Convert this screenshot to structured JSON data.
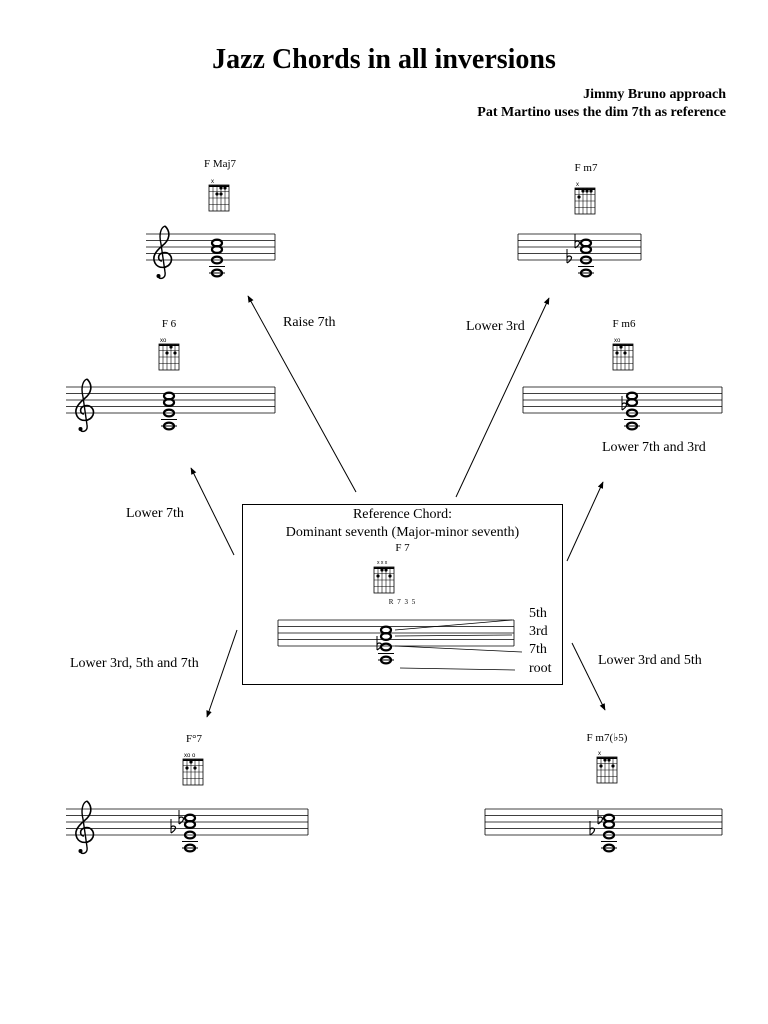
{
  "title": "Jazz Chords in all inversions",
  "subtitle_line1": "Jimmy Bruno approach",
  "subtitle_line2": "Pat Martino uses the dim 7th as reference",
  "chords": {
    "fmaj7": "F Maj7",
    "fm7": "F m7",
    "f6": "F 6",
    "fm6": "F m6",
    "fdim7": "F°7",
    "fm7b5": "F m7(♭5)"
  },
  "arrows": {
    "raise_7th": "Raise  7th",
    "lower_3rd": "Lower 3rd",
    "lower_7th": "Lower 7th",
    "lower_7th_and_3rd": "Lower 7th and 3rd",
    "lower_3rd_5th_7th": "Lower 3rd, 5th and 7th",
    "lower_3rd_and_5th": "Lower 3rd and 5th"
  },
  "reference": {
    "heading": "Reference Chord:",
    "description": "Dominant seventh (Major-minor seventh)",
    "chord": "F 7",
    "fingering": "R 7 3 5",
    "labels": {
      "fifth": "5th",
      "third": "3rd",
      "seventh": "7th",
      "root": "root"
    }
  },
  "icons": {
    "clef": "treble-clef-icon",
    "diagram": "chord-diagram-icon"
  }
}
